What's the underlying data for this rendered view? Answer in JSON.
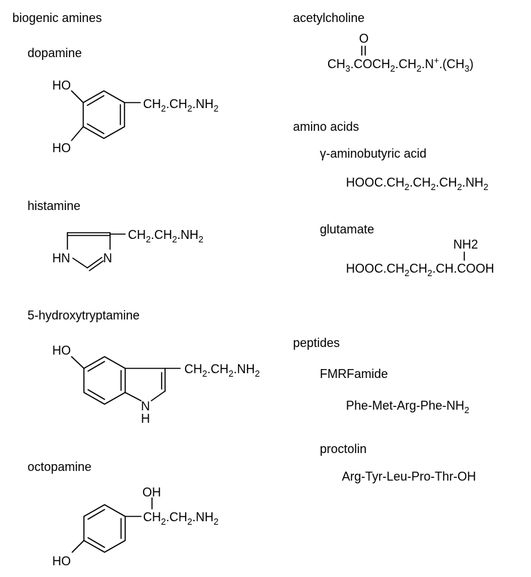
{
  "left": {
    "heading": "biogenic amines",
    "dopamine": {
      "name": "dopamine",
      "ho_top": "HO",
      "ho_bottom": "HO",
      "chain": [
        "CH",
        "2",
        ".CH",
        "2",
        ".NH",
        "2"
      ]
    },
    "histamine": {
      "name": "histamine",
      "hn": "HN",
      "n": "N",
      "chain": [
        "CH",
        "2",
        ".CH",
        "2",
        ".NH",
        "2"
      ]
    },
    "serotonin": {
      "name": "5-hydroxytryptamine",
      "ho": "HO",
      "n": "N",
      "h": "H",
      "chain": [
        "CH",
        "2",
        ".CH",
        "2",
        ".NH",
        "2"
      ]
    },
    "octopamine": {
      "name": "octopamine",
      "oh": "OH",
      "ho": "HO",
      "chain": [
        "CH",
        "2",
        ".CH",
        "2",
        ".NH",
        "2"
      ]
    }
  },
  "right": {
    "acetylcholine": {
      "name": "acetylcholine",
      "o": "O",
      "formula": [
        "CH",
        "3",
        ".COCH",
        "2",
        ".CH",
        "2",
        ".N",
        "+",
        ".(CH",
        "3",
        ")"
      ]
    },
    "amino_acids": {
      "heading": "amino acids",
      "gaba": {
        "name": "γ-aminobutyric acid",
        "formula": [
          "HOOC.CH",
          "2",
          ".CH",
          "2",
          ".CH",
          "2",
          ".NH",
          "2"
        ]
      },
      "glutamate": {
        "name": "glutamate",
        "nh2": "NH2",
        "formula": [
          "HOOC.CH",
          "2",
          "CH",
          "2",
          ".CH.COOH"
        ]
      }
    },
    "peptides": {
      "heading": "peptides",
      "fmrfamide": {
        "name": "FMRFamide",
        "sequence": [
          "Phe-Met-Arg-Phe-NH",
          "2"
        ]
      },
      "proctolin": {
        "name": "proctolin",
        "sequence": "Arg-Tyr-Leu-Pro-Thr-OH"
      }
    }
  }
}
